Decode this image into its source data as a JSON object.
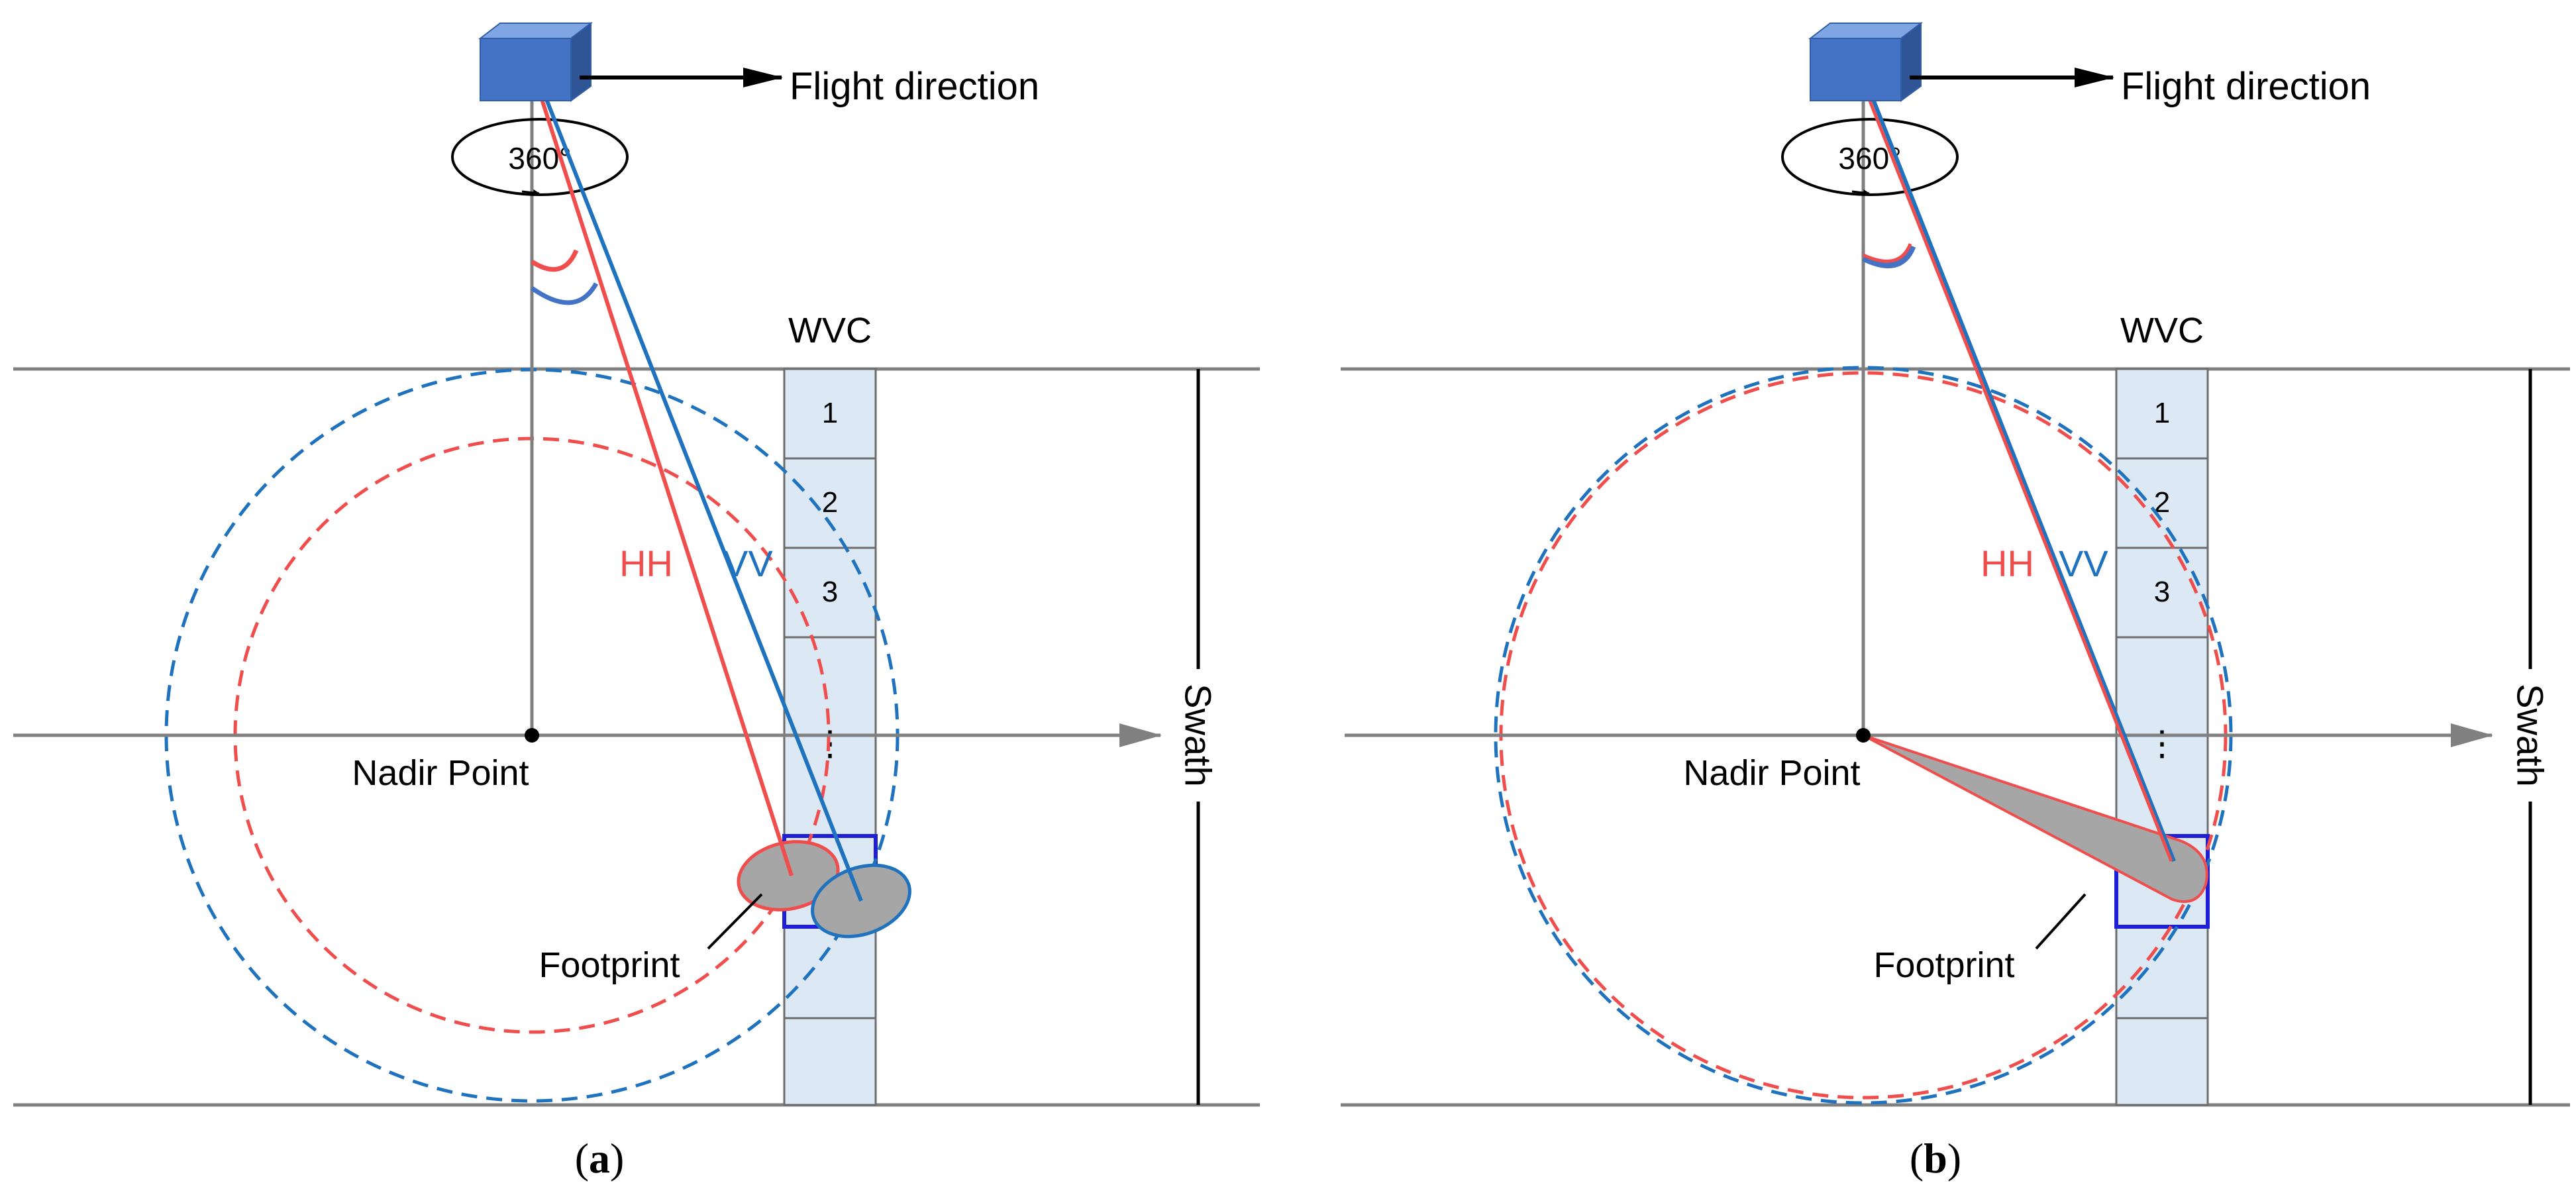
{
  "panels": [
    {
      "id": "a",
      "flight_direction": "Flight direction",
      "rotation": "360°",
      "wvc_header": "WVC",
      "wvc_cells": [
        "1",
        "2",
        "3",
        "",
        "⋮",
        "",
        ""
      ],
      "beam_hh": "HH",
      "beam_vv": "VV",
      "nadir_point": "Nadir Point",
      "footprint": "Footprint",
      "swath": "Swath",
      "caption_open": "(",
      "caption_letter": "a",
      "caption_close": ")"
    },
    {
      "id": "b",
      "flight_direction": "Flight direction",
      "rotation": "360°",
      "wvc_header": "WVC",
      "wvc_cells": [
        "1",
        "2",
        "3",
        "",
        "⋮",
        "",
        ""
      ],
      "beam_hh": "HH",
      "beam_vv": "VV",
      "nadir_point": "Nadir Point",
      "footprint": "Footprint",
      "swath": "Swath",
      "caption_open": "(",
      "caption_letter": "b",
      "caption_close": ")"
    }
  ],
  "colors": {
    "hh": "#f04d4d",
    "vv": "#1f72be",
    "satellite": "#4472c4",
    "wvc_fill": "#dce9f5",
    "wvc_highlight": "#1f1fd6",
    "axis": "#808080",
    "footprint": "#a6a6a6"
  }
}
